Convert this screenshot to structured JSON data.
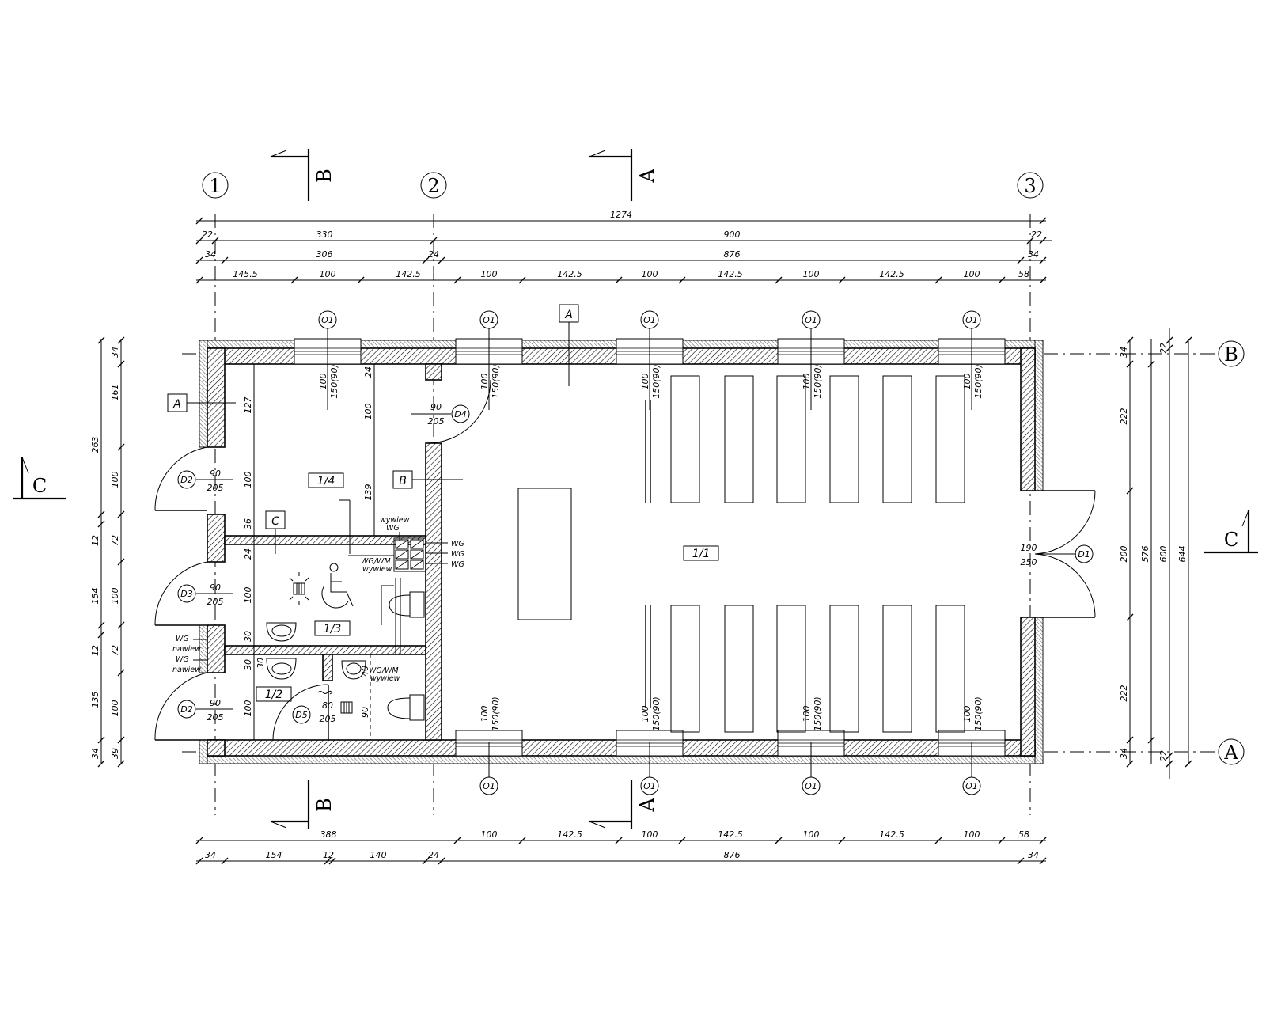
{
  "axes": {
    "columns": [
      "1",
      "2",
      "3"
    ],
    "rows": [
      "B",
      "A"
    ]
  },
  "sections": {
    "A": "A",
    "B": "B",
    "C": "C"
  },
  "dims_top": {
    "total": "1274",
    "row2": [
      "22",
      "330",
      "900",
      "22"
    ],
    "row3": [
      "34",
      "306",
      "24",
      "876",
      "34"
    ],
    "row4": [
      "145.5",
      "100",
      "142.5",
      "100",
      "142.5",
      "100",
      "142.5",
      "100",
      "142.5",
      "100",
      "58"
    ]
  },
  "dims_bottom": {
    "row1": [
      "388",
      "100",
      "142.5",
      "100",
      "142.5",
      "100",
      "142.5",
      "100",
      "58"
    ],
    "row2": [
      "34",
      "154",
      "12",
      "140",
      "24",
      "876",
      "34"
    ]
  },
  "dims_left": {
    "outer": [
      "263",
      "12",
      "154",
      "12",
      "135",
      "34"
    ],
    "inner": [
      "34",
      "161",
      "100",
      "72",
      "100",
      "72",
      "100",
      "39"
    ]
  },
  "dims_right": {
    "row1": [
      "34",
      "222",
      "200",
      "222",
      "34"
    ],
    "row2": [
      "576"
    ],
    "row3": [
      "22",
      "600",
      "22"
    ],
    "row4": [
      "644"
    ]
  },
  "rooms": {
    "r11": "1/1",
    "r12": "1/2",
    "r13": "1/3",
    "r14": "1/4"
  },
  "wall_tags": {
    "a": "A",
    "b": "B",
    "c": "C"
  },
  "windows": {
    "tag": "O1",
    "w": "100",
    "h": "150(90)"
  },
  "doors": {
    "d1": {
      "tag": "D1",
      "w": "190",
      "h": "250"
    },
    "d2": {
      "tag": "D2",
      "w": "90",
      "h": "205"
    },
    "d3": {
      "tag": "D3",
      "w": "90",
      "h": "205"
    },
    "d4": {
      "tag": "D4",
      "w": "90",
      "h": "205"
    },
    "d5": {
      "tag": "D5",
      "w": "80",
      "h": "205"
    }
  },
  "inner_dims": {
    "d127": "127",
    "d24a": "24",
    "d100a": "100",
    "d100b": "100",
    "d139": "139",
    "d36": "36",
    "d24b": "24",
    "d100c": "100",
    "d30a": "30",
    "d30b": "30",
    "d30c": "30",
    "d100d": "100",
    "d90": "90",
    "d40": "40"
  },
  "vent_labels": {
    "wg": "WG",
    "wywiew": "wywiew",
    "wgwm": "WG/WM",
    "nawiew": "nawiew"
  }
}
